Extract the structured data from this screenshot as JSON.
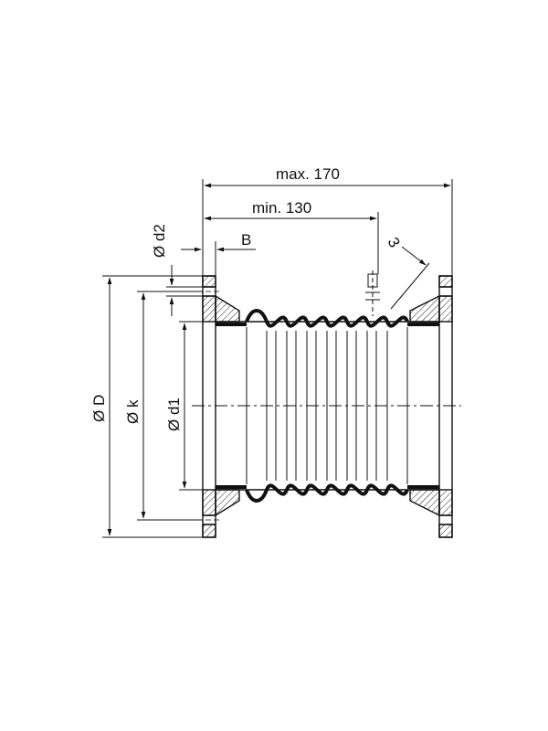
{
  "drawing": {
    "labels": {
      "max_length": "max. 170",
      "min_length": "min. 130",
      "flange_thickness": "B",
      "bolt_hole_diameter": "Ø d2",
      "outer_diameter": "Ø D",
      "bolt_circle_diameter": "Ø k",
      "inner_diameter": "Ø d1",
      "angle_offset": "3"
    },
    "colors": {
      "line": "#111111",
      "hatch": "#222222",
      "background": "#ffffff"
    }
  }
}
